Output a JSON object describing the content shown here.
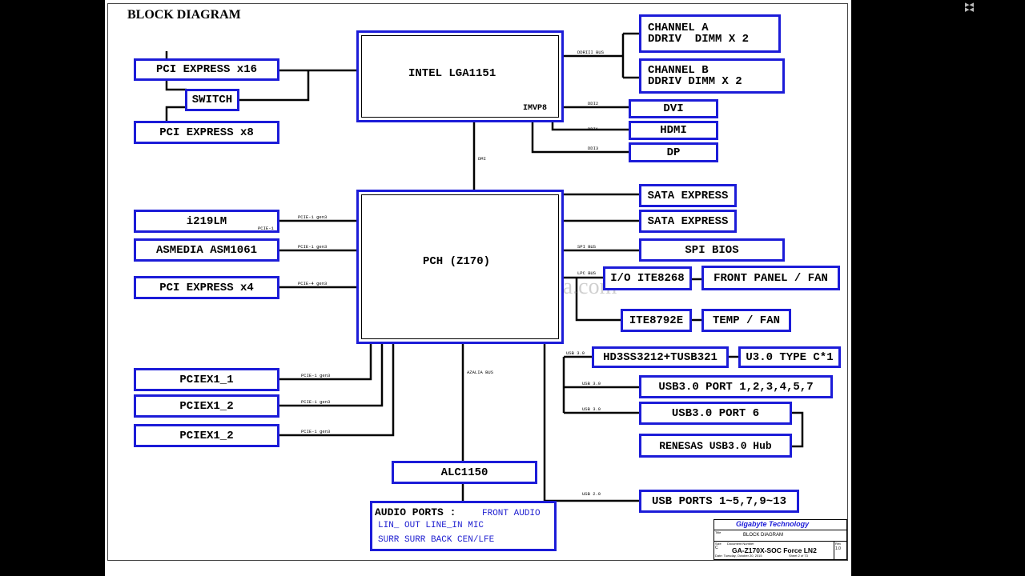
{
  "title": "BLOCK DIAGRAM",
  "watermark": "www.teknisi-indonesia.com",
  "boxes": {
    "cpu": "INTEL LGA1151",
    "imvp": "IMVP8",
    "pch": "PCH (Z170)",
    "chan_a": "CHANNEL A\nDDRIV  DIMM X 2",
    "chan_b": "CHANNEL B\nDDRIV DIMM X 2",
    "dvi": "DVI",
    "hdmi": "HDMI",
    "dp": "DP",
    "pcie16": "PCI EXPRESS x16",
    "switch": "SWITCH",
    "pcie8": "PCI EXPRESS x8",
    "i219": "i219LM",
    "asm": "ASMEDIA ASM1061",
    "pcie4": "PCI EXPRESS x4",
    "pciex1_1": "PCIEX1_1",
    "pciex1_2a": "PCIEX1_2",
    "pciex1_2b": "PCIEX1_2",
    "alc": "ALC1150",
    "sata1": "SATA EXPRESS",
    "sata2": "SATA EXPRESS",
    "spibios": "SPI BIOS",
    "ite8268": "I/O ITE8268",
    "frontpanel": "FRONT PANEL / FAN",
    "ite8792": "ITE8792E",
    "tempfan": "TEMP / FAN",
    "hd3ss": "HD3SS3212+TUSB321",
    "u3typec": "U3.0 TYPE C*1",
    "usb30a": "USB3.0 PORT 1,2,3,4,5,7",
    "usb30b": "USB3.0 PORT 6",
    "renesas": "RENESAS USB3.0 Hub",
    "usb20": "USB PORTS 1~5,7,9~13"
  },
  "audio": {
    "header": "AUDIO PORTS :",
    "front": "FRONT AUDIO",
    "row1": "LIN_ OUT   LINE_IN   MIC",
    "row2": "SURR    SURR BACK    CEN/LFE"
  },
  "labels": {
    "ddr": "DDRIII BUS",
    "ddi2": "DDI2",
    "ddi1": "DDI1",
    "ddi3": "DDI3",
    "dmi": "DMI",
    "pcie_i219": "PCIE-1 gen3",
    "pcie_i219_port": "PCIE-1",
    "pcie_asm": "PCIE-1 gen3",
    "pcie_x4": "PCIE-4 gen3",
    "pcie_x1_1": "PCIE-1 gen3",
    "pcie_x1_2a": "PCIE-1 gen3",
    "pcie_x1_2b": "PCIE-1 gen3",
    "azalia": "AZALIA BUS",
    "spi": "SPI BUS",
    "lpc": "LPC BUS",
    "usb3_typec": "USB 3.0",
    "usb3_a": "USB 3.0",
    "usb3_b": "USB 3.0",
    "usb2": "USB 2.0"
  },
  "titleblock": {
    "company": "Gigabyte Technology",
    "title_label": "Title",
    "title": "BLOCK DIAGRAM",
    "size_label": "Size",
    "size": "C",
    "docnum_label": "Document Number",
    "docnum": "GA-Z170X-SOC Force LN2",
    "rev_label": "Rev",
    "rev": "1.0",
    "date": "Date:  Tuesday, October 20, 2015",
    "sheet": "Sheet    2    of    73"
  },
  "colors": {
    "box_border": "#1c1cd8",
    "line": "#000000",
    "background": "#000000"
  }
}
